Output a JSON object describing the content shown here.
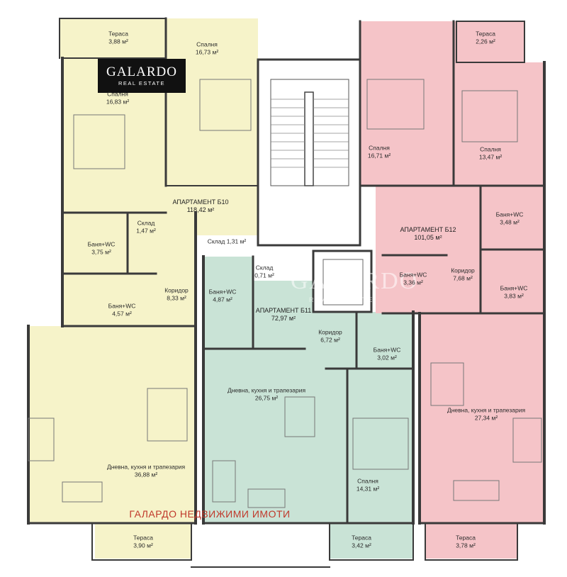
{
  "logo": {
    "brand": "GALARDO",
    "subtitle": "REAL ESTATE"
  },
  "watermark": "ГАЛАРДО НЕДВИЖИМИ ИМОТИ",
  "center_watermark": {
    "brand": "GALARDO",
    "subtitle": "REAL ESTATE"
  },
  "colors": {
    "apt_b10": "#f6f3c9",
    "apt_b11": "#c9e3d6",
    "apt_b12": "#f5c4c8",
    "wall": "#3a3a3a",
    "stair": "#ffffff"
  },
  "apartments": {
    "b10": {
      "name": "АПАРТАМЕНТ Б10",
      "area": "118,42 м²"
    },
    "b11": {
      "name": "АПАРТАМЕНТ Б11",
      "area": "72,97 м²"
    },
    "b12": {
      "name": "АПАРТАМЕНТ Б12",
      "area": "101,05 м²"
    }
  },
  "rooms": {
    "b10_terrace_top": {
      "name": "Тераса",
      "area": "3,88 м²"
    },
    "b10_bedroom_1": {
      "name": "Спалня",
      "area": "16,73 м²"
    },
    "b10_bedroom_2": {
      "name": "Спалня",
      "area": "16,83 м²"
    },
    "b10_storage": {
      "name": "Склад",
      "area": "1,47 м²"
    },
    "b10_bath_1": {
      "name": "Баня+WC",
      "area": "3,75 м²"
    },
    "b10_storage_2": {
      "name": "Склад 1,31 м²",
      "area": ""
    },
    "b10_bath_2": {
      "name": "Баня+WC",
      "area": "4,57 м²"
    },
    "b10_corridor": {
      "name": "Коридор",
      "area": "8,33 м²"
    },
    "b10_living": {
      "name": "Дневна, кухня и трапезария",
      "area": "36,88 м²"
    },
    "b10_terrace_bottom": {
      "name": "Тераса",
      "area": "3,90 м²"
    },
    "b11_storage": {
      "name": "Склад",
      "area": "0,71 м²"
    },
    "b11_bath_1": {
      "name": "Баня+WC",
      "area": "4,87 м²"
    },
    "b11_corridor": {
      "name": "Коридор",
      "area": "6,72 м²"
    },
    "b11_bath_2": {
      "name": "Баня+WC",
      "area": "3,02 м²"
    },
    "b11_living": {
      "name": "Дневна, кухня и трапезария",
      "area": "26,75 м²"
    },
    "b11_bedroom": {
      "name": "Спалня",
      "area": "14,31 м²"
    },
    "b11_terrace": {
      "name": "Тераса",
      "area": "3,42 м²"
    },
    "b12_terrace_top": {
      "name": "Тераса",
      "area": "2,26 м²"
    },
    "b12_bedroom_1": {
      "name": "Спалня",
      "area": "16,71 м²"
    },
    "b12_bedroom_2": {
      "name": "Спалня",
      "area": "13,47 м²"
    },
    "b12_bath_1": {
      "name": "Баня+WC",
      "area": "3,48 м²"
    },
    "b12_bath_2": {
      "name": "Баня+WC",
      "area": "3,36 м²"
    },
    "b12_corridor": {
      "name": "Коридор",
      "area": "7,68 м²"
    },
    "b12_bath_3": {
      "name": "Баня+WC",
      "area": "3,83 м²"
    },
    "b12_living": {
      "name": "Дневна, кухня и трапезария",
      "area": "27,34 м²"
    },
    "b12_terrace_bottom": {
      "name": "Тераса",
      "area": "3,78 м²"
    }
  }
}
